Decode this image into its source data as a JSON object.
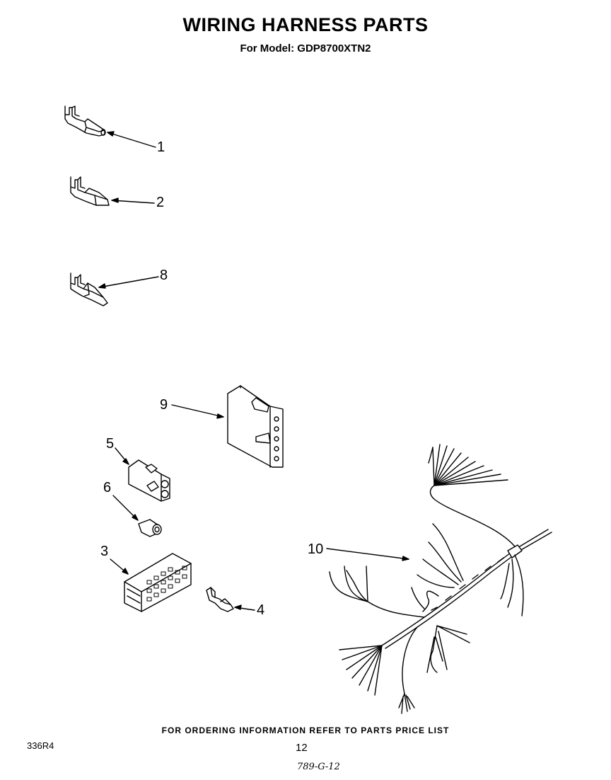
{
  "header": {
    "title": "WIRING HARNESS PARTS",
    "subtitle": "For Model: GDP8700XTN2"
  },
  "callouts": {
    "c1": "1",
    "c2": "2",
    "c3": "3",
    "c4": "4",
    "c5": "5",
    "c6": "6",
    "c8": "8",
    "c9": "9",
    "c10": "10"
  },
  "footer": {
    "ordering_note": "FOR ORDERING INFORMATION REFER TO PARTS PRICE LIST",
    "page_number": "12",
    "left_code": "336R4",
    "bottom_code": "789-G-12"
  }
}
